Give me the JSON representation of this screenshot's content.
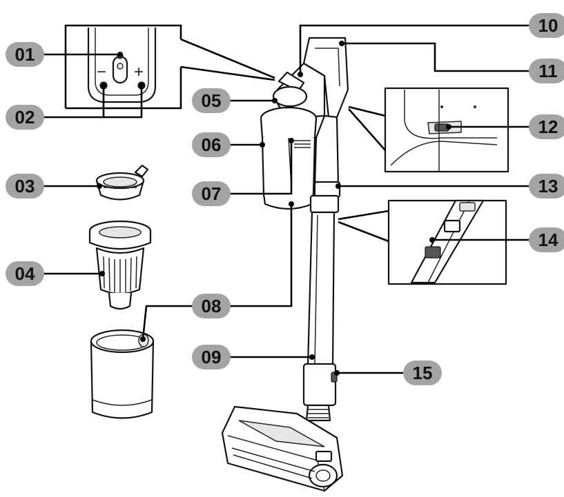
{
  "callouts": [
    {
      "id": "01",
      "label": "01"
    },
    {
      "id": "02",
      "label": "02"
    },
    {
      "id": "03",
      "label": "03"
    },
    {
      "id": "04",
      "label": "04"
    },
    {
      "id": "05",
      "label": "05"
    },
    {
      "id": "06",
      "label": "06"
    },
    {
      "id": "07",
      "label": "07"
    },
    {
      "id": "08",
      "label": "08"
    },
    {
      "id": "09",
      "label": "09"
    },
    {
      "id": "10",
      "label": "10"
    },
    {
      "id": "11",
      "label": "11"
    },
    {
      "id": "12",
      "label": "12"
    },
    {
      "id": "13",
      "label": "13"
    },
    {
      "id": "14",
      "label": "14"
    },
    {
      "id": "15",
      "label": "15"
    }
  ],
  "control_panel": {
    "minus_symbol": "−",
    "plus_symbol": "+"
  }
}
